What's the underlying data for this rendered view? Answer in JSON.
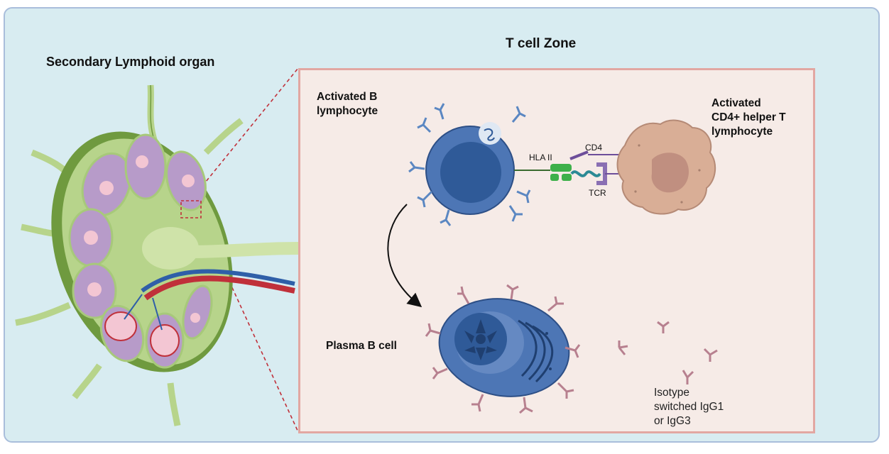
{
  "titles": {
    "organ": "Secondary Lymphoid organ",
    "zone": "T cell Zone"
  },
  "labels": {
    "activated_b": "Activated B\nlymphocyte",
    "activated_t": "Activated\nCD4+ helper T\nlymphocyte",
    "hla": "HLA II",
    "cd4": "CD4",
    "tcr": "TCR",
    "plasma": "Plasma B cell",
    "isotype": "Isotype\nswitched IgG1\nor IgG3"
  },
  "colors": {
    "background": "#d8ecf1",
    "zone_fill": "#f6ebe7",
    "zone_border": "#e2a7a2",
    "b_cell": "#4d76b5",
    "b_nucleus": "#2f5a98",
    "t_cell": "#d9ae96",
    "t_nucleus": "#c08f80",
    "antibody_blue": "#5b87c2",
    "antibody_pink": "#b7808f",
    "lymph_green": "#b7d48b",
    "lymph_dark": "#6f9a3f",
    "follicle": "#b79bc9",
    "germinal": "#f3c6d3",
    "artery": "#c0303a",
    "vein": "#2f5fa8"
  }
}
